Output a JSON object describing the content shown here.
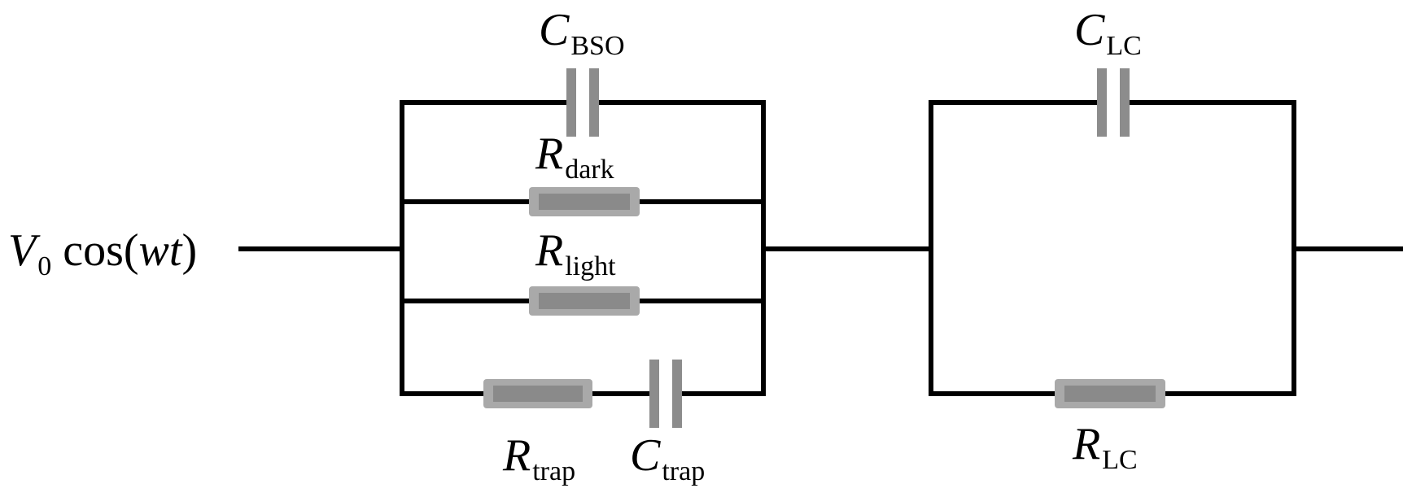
{
  "source": {
    "symbol": "V",
    "symbol_sub": "0",
    "func": "cos(",
    "arg": "wt",
    "close": ")"
  },
  "components": {
    "c_bso": {
      "symbol": "C",
      "sub": "BSO"
    },
    "r_dark": {
      "symbol": "R",
      "sub": "dark"
    },
    "r_light": {
      "symbol": "R",
      "sub": "light"
    },
    "r_trap": {
      "symbol": "R",
      "sub": "trap"
    },
    "c_trap": {
      "symbol": "C",
      "sub": "trap"
    },
    "c_lc": {
      "symbol": "C",
      "sub": "LC"
    },
    "r_lc": {
      "symbol": "R",
      "sub": "LC"
    }
  },
  "colors": {
    "wire": "#000000",
    "resistor_outer": "#a9a9a9",
    "resistor_inner": "#8a8a8a",
    "capacitor": "#8c8c8c"
  }
}
